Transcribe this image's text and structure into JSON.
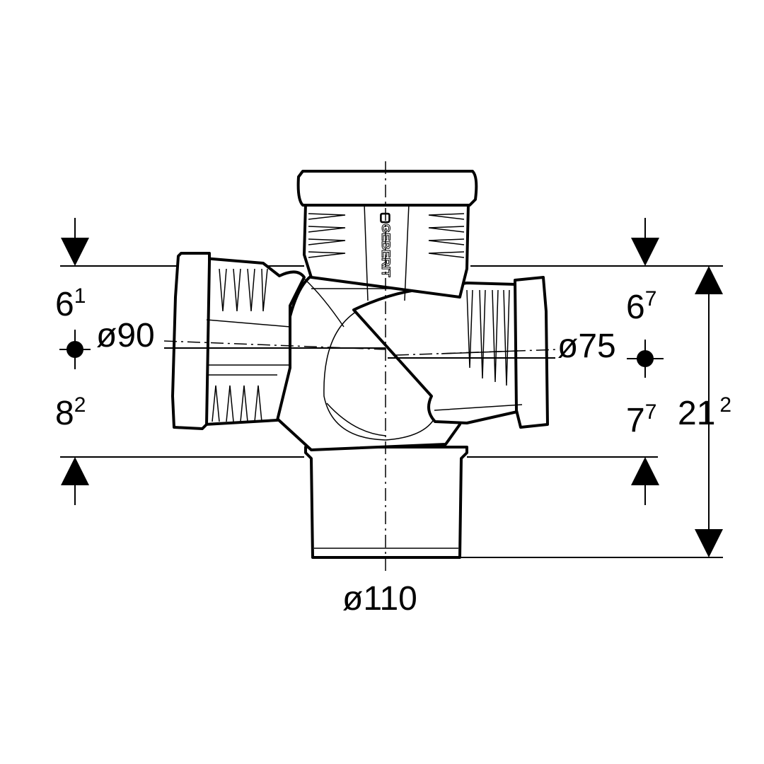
{
  "labels": {
    "left_top": {
      "base": "6",
      "sup": "1"
    },
    "left_bottom": {
      "base": "8",
      "sup": "2"
    },
    "right_top": {
      "base": "6",
      "sup": "7"
    },
    "right_bottom": {
      "base": "7",
      "sup": "7"
    },
    "total_height": {
      "base": "21",
      "sup": "2"
    },
    "left_diameter": "ø90",
    "right_diameter": "ø75",
    "bottom_diameter": "ø110"
  },
  "logo": "GEBERIT"
}
